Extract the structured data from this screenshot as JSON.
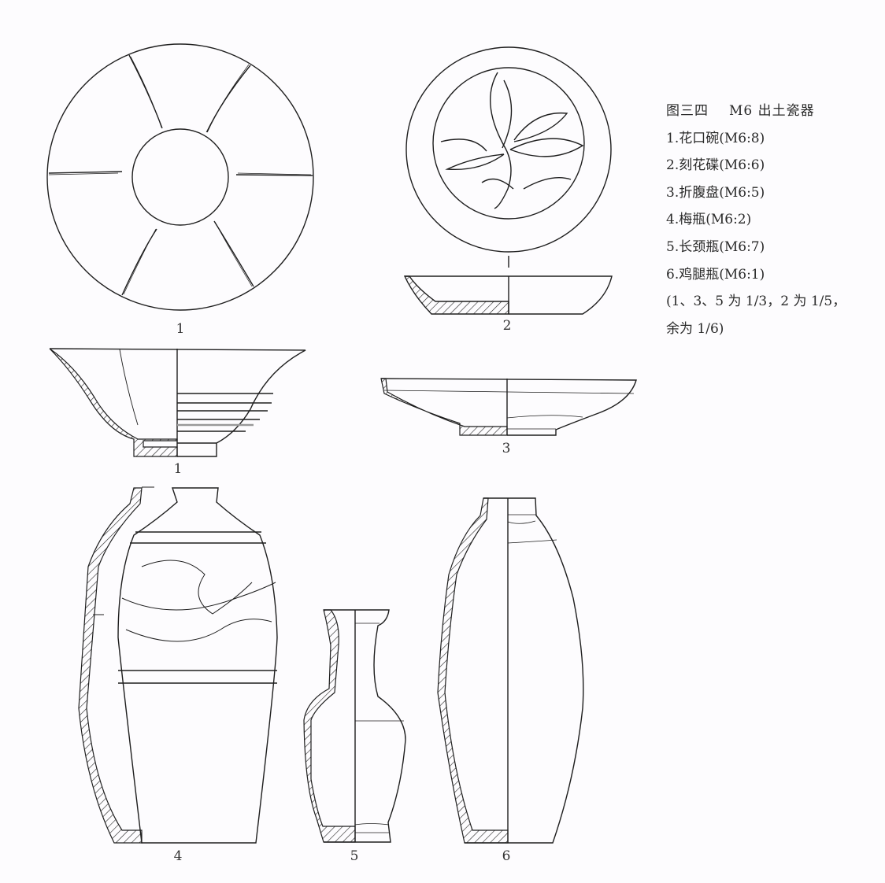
{
  "caption": {
    "figure_no": "图三四",
    "title": "M6 出土瓷器",
    "items": [
      "1.花口碗(M6:8)",
      "2.刻花碟(M6:6)",
      "3.折腹盘(M6:5)",
      "4.梅瓶(M6:2)",
      "5.长颈瓶(M6:7)",
      "6.鸡腿瓶(M6:1)"
    ],
    "scale_note_line1": "(1、3、5 为 1/3，2 为 1/5，",
    "scale_note_line2": "余为 1/6)"
  },
  "labels": {
    "obj1_top": "1",
    "obj1_side": "1",
    "obj2": "2",
    "obj3": "3",
    "obj4": "4",
    "obj5": "5",
    "obj6": "6"
  },
  "colors": {
    "line": "#1e1e1e",
    "background": "#fdfcfe"
  }
}
